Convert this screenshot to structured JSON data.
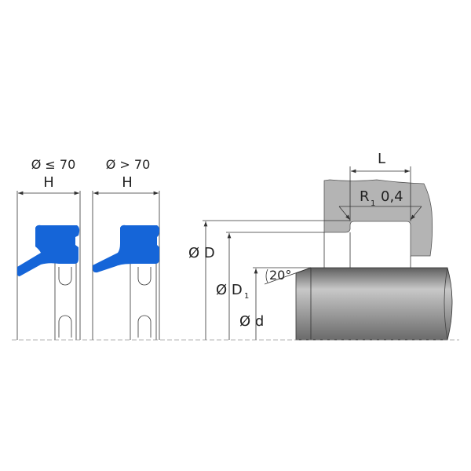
{
  "colors": {
    "seal": "#1565d8",
    "housing": "#b4b4b4",
    "rod": "#8a8a8a"
  },
  "profiles": [
    {
      "condition": "Ø ≤ 70",
      "height_label": "H"
    },
    {
      "condition": "Ø > 70",
      "height_label": "H"
    }
  ],
  "installation": {
    "groove_length_label": "L",
    "radius_label": "R",
    "radius_sub": "1",
    "radius_value": "0,4",
    "outer_diameter_label": "Ø D",
    "d1_label": "Ø D",
    "d1_sub": "1",
    "rod_diameter_label": "Ø d",
    "chamfer_angle": "20°"
  }
}
